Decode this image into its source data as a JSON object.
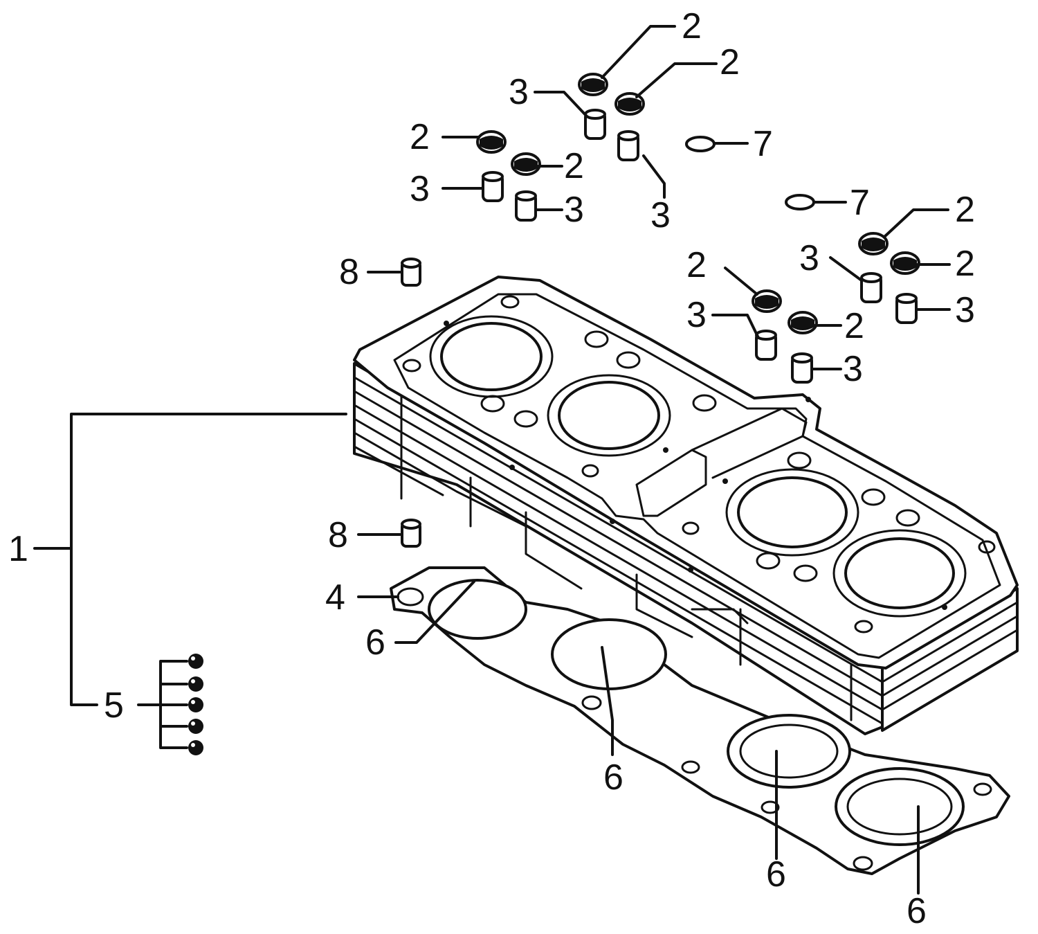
{
  "diagram": {
    "parts": [
      {
        "id": "p1",
        "label": "1",
        "icon": "cylinder-block-assembly-icon"
      },
      {
        "id": "p2",
        "label": "2",
        "icon": "valve-stem-seal-icon"
      },
      {
        "id": "p3",
        "label": "3",
        "icon": "dowel-pin-icon"
      },
      {
        "id": "p4",
        "label": "4",
        "icon": "base-gasket-icon"
      },
      {
        "id": "p5",
        "label": "5",
        "icon": "stud-bolt-set-icon"
      },
      {
        "id": "p6",
        "label": "6",
        "icon": "o-ring-icon"
      },
      {
        "id": "p7",
        "label": "7",
        "icon": "o-ring-small-icon"
      },
      {
        "id": "p8",
        "label": "8",
        "icon": "dowel-pin-icon"
      }
    ],
    "callouts": {
      "c2a": "2",
      "c2b": "2",
      "c2c": "2",
      "c2d": "2",
      "c2e": "2",
      "c2f": "2",
      "c2g": "2",
      "c2h": "2",
      "c3a": "3",
      "c3b": "3",
      "c3c": "3",
      "c3d": "3",
      "c3e": "3",
      "c3f": "3",
      "c3g": "3",
      "c3h": "3",
      "c7a": "7",
      "c7b": "7",
      "c8a": "8",
      "c8b": "8",
      "c1": "1",
      "c4": "4",
      "c5": "5",
      "c6a": "6",
      "c6b": "6",
      "c6c": "6",
      "c6d": "6"
    }
  }
}
